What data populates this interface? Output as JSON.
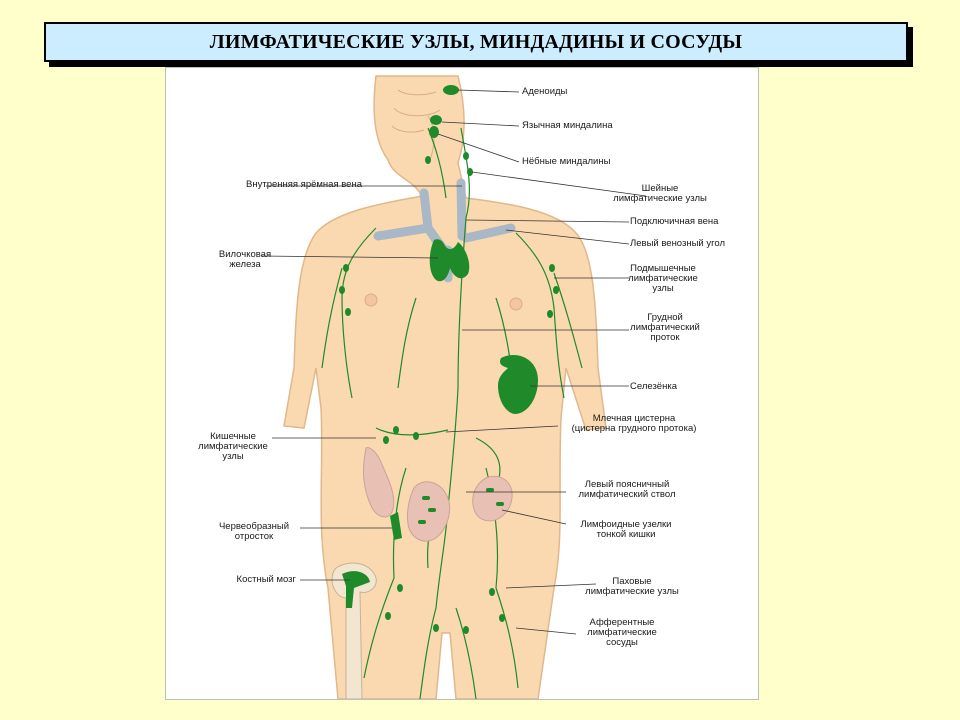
{
  "title": "ЛИМФАТИЧЕСКИЕ УЗЛЫ, МИНДАДИНЫ И СОСУДЫ",
  "labels": {
    "adenoids": "Аденоиды",
    "lingual_tonsil": "Язычная миндалина",
    "palatine_tonsils": "Нёбные миндалины",
    "internal_jugular_vein": "Внутренняя ярёмная вена",
    "cervical_nodes_1": "Шейные",
    "cervical_nodes_2": "лимфатические узлы",
    "subclavian_vein": "Подключичная вена",
    "left_venous_angle": "Левый венозный угол",
    "thymus_1": "Вилочковая",
    "thymus_2": "железа",
    "axillary_1": "Подмышечные",
    "axillary_2": "лимфатические",
    "axillary_3": "узлы",
    "thoracic_duct_1": "Грудной",
    "thoracic_duct_2": "лимфатический",
    "thoracic_duct_3": "проток",
    "spleen": "Селезёнка",
    "cisterna_1": "Млечная цистерна",
    "cisterna_2": "(цистерна грудного протока)",
    "intestinal_1": "Кишечные",
    "intestinal_2": "лимфатические",
    "intestinal_3": "узлы",
    "lumbar_1": "Левый поясничный",
    "lumbar_2": "лимфатический ствол",
    "appendix_1": "Червеобразный",
    "appendix_2": "отросток",
    "peyer_1": "Лимфоидные узелки",
    "peyer_2": "тонкой кишки",
    "bone_marrow": "Костный мозг",
    "inguinal_1": "Паховые",
    "inguinal_2": "лимфатические узлы",
    "afferent_1": "Афферентные",
    "afferent_2": "лимфатические",
    "afferent_3": "сосуды"
  },
  "colors": {
    "background": "#ffffcc",
    "title_fill": "#ccecff",
    "skin": "#fbd9b0",
    "skin_outline": "#e0b88c",
    "lymph": "#1f8a2a",
    "vein": "#a9b8c6",
    "intestine": "#e8c0b4"
  }
}
